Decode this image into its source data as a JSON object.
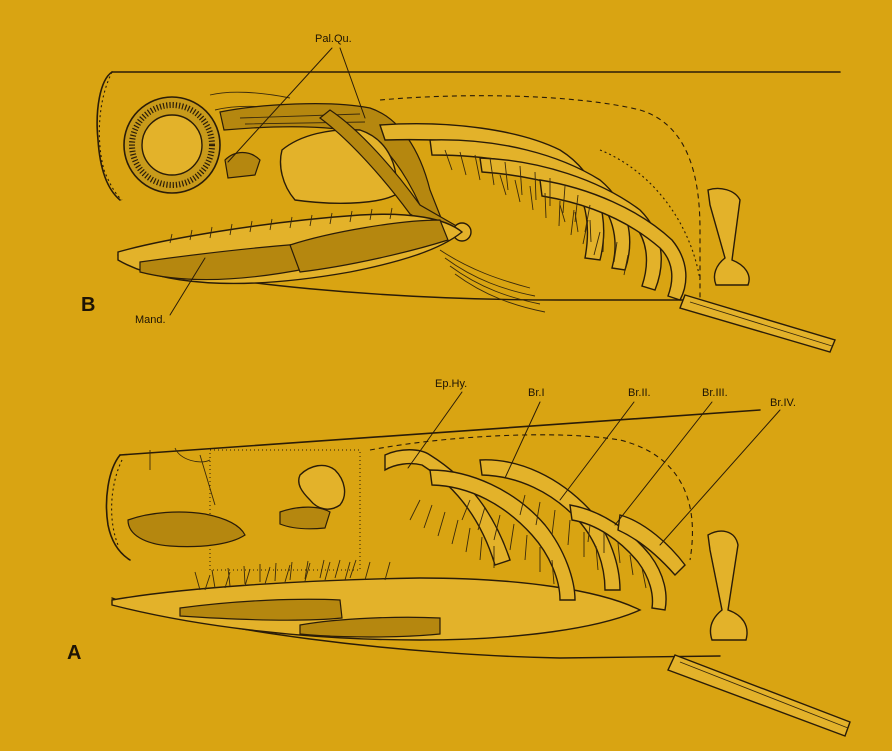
{
  "figure": {
    "panel_b": {
      "letter": "B",
      "labels": {
        "pal_qu": "Pal.Qu.",
        "mand": "Mand."
      }
    },
    "panel_a": {
      "letter": "A",
      "labels": {
        "ep_hy": "Ep.Hy.",
        "br_1": "Br.I",
        "br_2": "Br.II.",
        "br_3": "Br.III.",
        "br_4": "Br.IV."
      }
    }
  },
  "colors": {
    "background": "#d9a412",
    "ink": "#2a1c08"
  }
}
